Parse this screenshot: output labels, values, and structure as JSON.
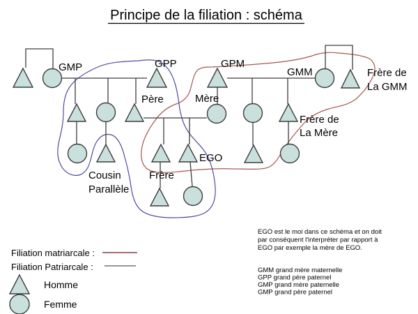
{
  "title": "Principe de la filiation : schéma",
  "labels": {
    "gmp": "GMP",
    "gpp": "GPP",
    "gpm": "GPM",
    "gmm": "GMM",
    "frere_gmm_1": "Frère de",
    "frere_gmm_2": "La GMM",
    "pere": "Père",
    "mere": "Mère",
    "frere_mere_1": "Frère de",
    "frere_mere_2": "La Mère",
    "ego": "EGO",
    "frere": "Frère",
    "cousin_1": "Cousin",
    "cousin_2": "Parallèle"
  },
  "legend": {
    "matriarcale": "Filiation matriarcale :",
    "patriarcale": "Filiation Patriarcale :",
    "homme": "Homme",
    "femme": "Femme"
  },
  "notes": {
    "ego_lines": [
      "EGO est le moi dans ce schéma et on doit",
      "par conséquent l'interpréter par rapport à",
      "EGO par exemple la mère de EGO."
    ],
    "abbr_lines": [
      "GMM grand mère maternelle",
      "GPP grand père paternel",
      "GMP grand mère paternelle",
      "GMP grand père paternel"
    ]
  },
  "colors": {
    "shape_fill": "#c9e0dd",
    "shape_stroke": "#3d3d3d",
    "line": "#3d3d3d",
    "matriarcale_line": "#a3574d",
    "patriarcale_line": "#4f4aa0",
    "legend_matriarcale": "#8e3f4c",
    "legend_patriarcale": "#72727e"
  }
}
